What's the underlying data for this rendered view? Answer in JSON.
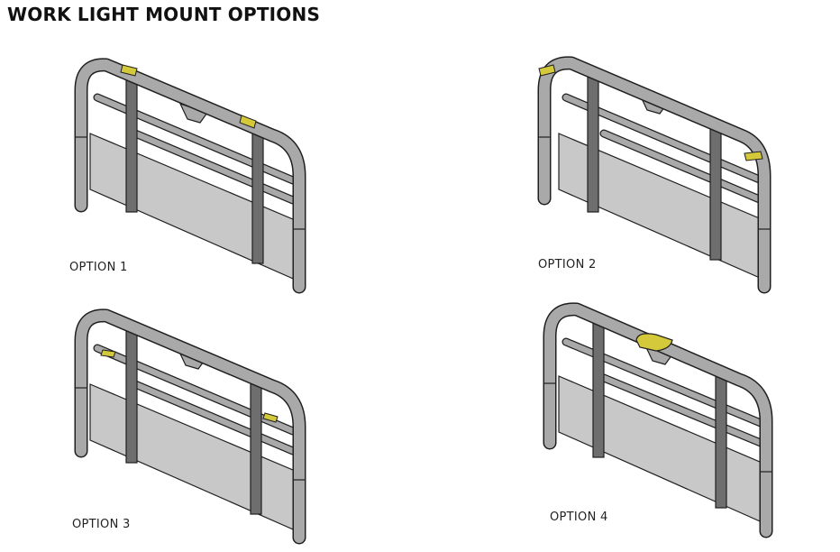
{
  "page": {
    "title": "WORK LIGHT MOUNT OPTIONS"
  },
  "options": [
    {
      "label": "OPTION 1",
      "mount": "top-rail-two-brackets"
    },
    {
      "label": "OPTION 2",
      "mount": "side-posts-two-brackets"
    },
    {
      "label": "OPTION 3",
      "mount": "inner-side-brackets"
    },
    {
      "label": "OPTION 4",
      "mount": "center-top-bracket"
    }
  ],
  "colors": {
    "tube": "#a9a9a9",
    "tube_dark": "#5a5a5a",
    "panel": "#c8c8c8",
    "post": "#6e6e6e",
    "bracket": "#d4c93a",
    "outline": "#1f1f1f"
  },
  "icons": [
    "headache-rack-drawing",
    "light-bracket-icon"
  ]
}
